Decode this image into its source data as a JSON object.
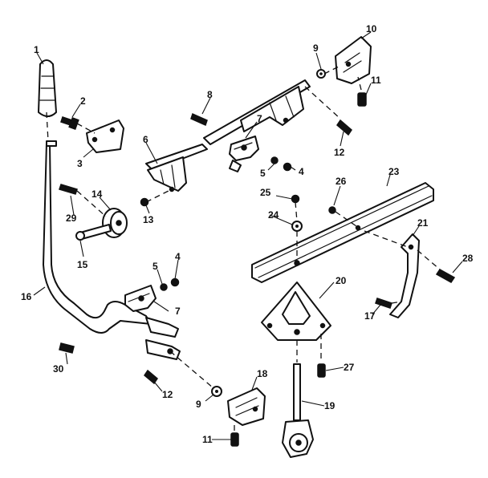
{
  "diagram": {
    "callouts": [
      {
        "id": "c1",
        "text": "1"
      },
      {
        "id": "c2",
        "text": "2"
      },
      {
        "id": "c3",
        "text": "3"
      },
      {
        "id": "c4a",
        "text": "4"
      },
      {
        "id": "c4b",
        "text": "4"
      },
      {
        "id": "c5a",
        "text": "5"
      },
      {
        "id": "c5b",
        "text": "5"
      },
      {
        "id": "c6",
        "text": "6"
      },
      {
        "id": "c7a",
        "text": "7"
      },
      {
        "id": "c7b",
        "text": "7"
      },
      {
        "id": "c8",
        "text": "8"
      },
      {
        "id": "c9a",
        "text": "9"
      },
      {
        "id": "c9b",
        "text": "9"
      },
      {
        "id": "c10",
        "text": "10"
      },
      {
        "id": "c11a",
        "text": "11"
      },
      {
        "id": "c11b",
        "text": "11"
      },
      {
        "id": "c12a",
        "text": "12"
      },
      {
        "id": "c12b",
        "text": "12"
      },
      {
        "id": "c13",
        "text": "13"
      },
      {
        "id": "c14",
        "text": "14"
      },
      {
        "id": "c15",
        "text": "15"
      },
      {
        "id": "c16",
        "text": "16"
      },
      {
        "id": "c17",
        "text": "17"
      },
      {
        "id": "c18",
        "text": "18"
      },
      {
        "id": "c19",
        "text": "19"
      },
      {
        "id": "c20",
        "text": "20"
      },
      {
        "id": "c21",
        "text": "21"
      },
      {
        "id": "c23",
        "text": "23"
      },
      {
        "id": "c24",
        "text": "24"
      },
      {
        "id": "c25",
        "text": "25"
      },
      {
        "id": "c26",
        "text": "26"
      },
      {
        "id": "c27",
        "text": "27"
      },
      {
        "id": "c28",
        "text": "28"
      },
      {
        "id": "c29",
        "text": "29"
      },
      {
        "id": "c30",
        "text": "30"
      }
    ]
  }
}
